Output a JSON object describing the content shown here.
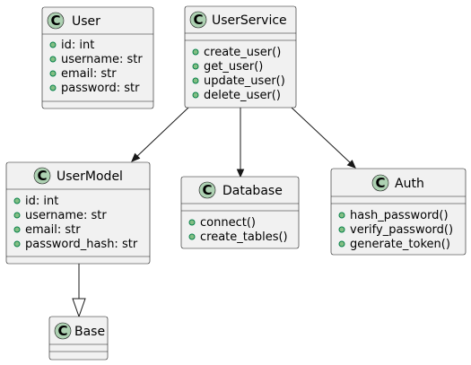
{
  "classes": {
    "user": {
      "badge": "C",
      "name": "User",
      "attributes": [
        "id: int",
        "username: str",
        "email: str",
        "password: str"
      ],
      "methods": []
    },
    "user_service": {
      "badge": "C",
      "name": "UserService",
      "attributes": [],
      "methods": [
        "create_user()",
        "get_user()",
        "update_user()",
        "delete_user()"
      ]
    },
    "user_model": {
      "badge": "C",
      "name": "UserModel",
      "attributes": [
        "id: int",
        "username: str",
        "email: str",
        "password_hash: str"
      ],
      "methods": []
    },
    "database": {
      "badge": "C",
      "name": "Database",
      "attributes": [],
      "methods": [
        "connect()",
        "create_tables()"
      ]
    },
    "auth": {
      "badge": "C",
      "name": "Auth",
      "attributes": [],
      "methods": [
        "hash_password()",
        "verify_password()",
        "generate_token()"
      ]
    },
    "base": {
      "badge": "C",
      "name": "Base",
      "attributes": [],
      "methods": []
    }
  },
  "relations": [
    {
      "from": "user_service",
      "to": "user_model",
      "kind": "association"
    },
    {
      "from": "user_service",
      "to": "database",
      "kind": "association"
    },
    {
      "from": "user_service",
      "to": "auth",
      "kind": "association"
    },
    {
      "from": "user_model",
      "to": "base",
      "kind": "inheritance"
    }
  ],
  "colors": {
    "box_fill": "#f1f1f1",
    "border": "#181818",
    "class_badge": "#add1b2",
    "visibility_fill": "#84be84",
    "visibility_stroke": "#038048"
  }
}
